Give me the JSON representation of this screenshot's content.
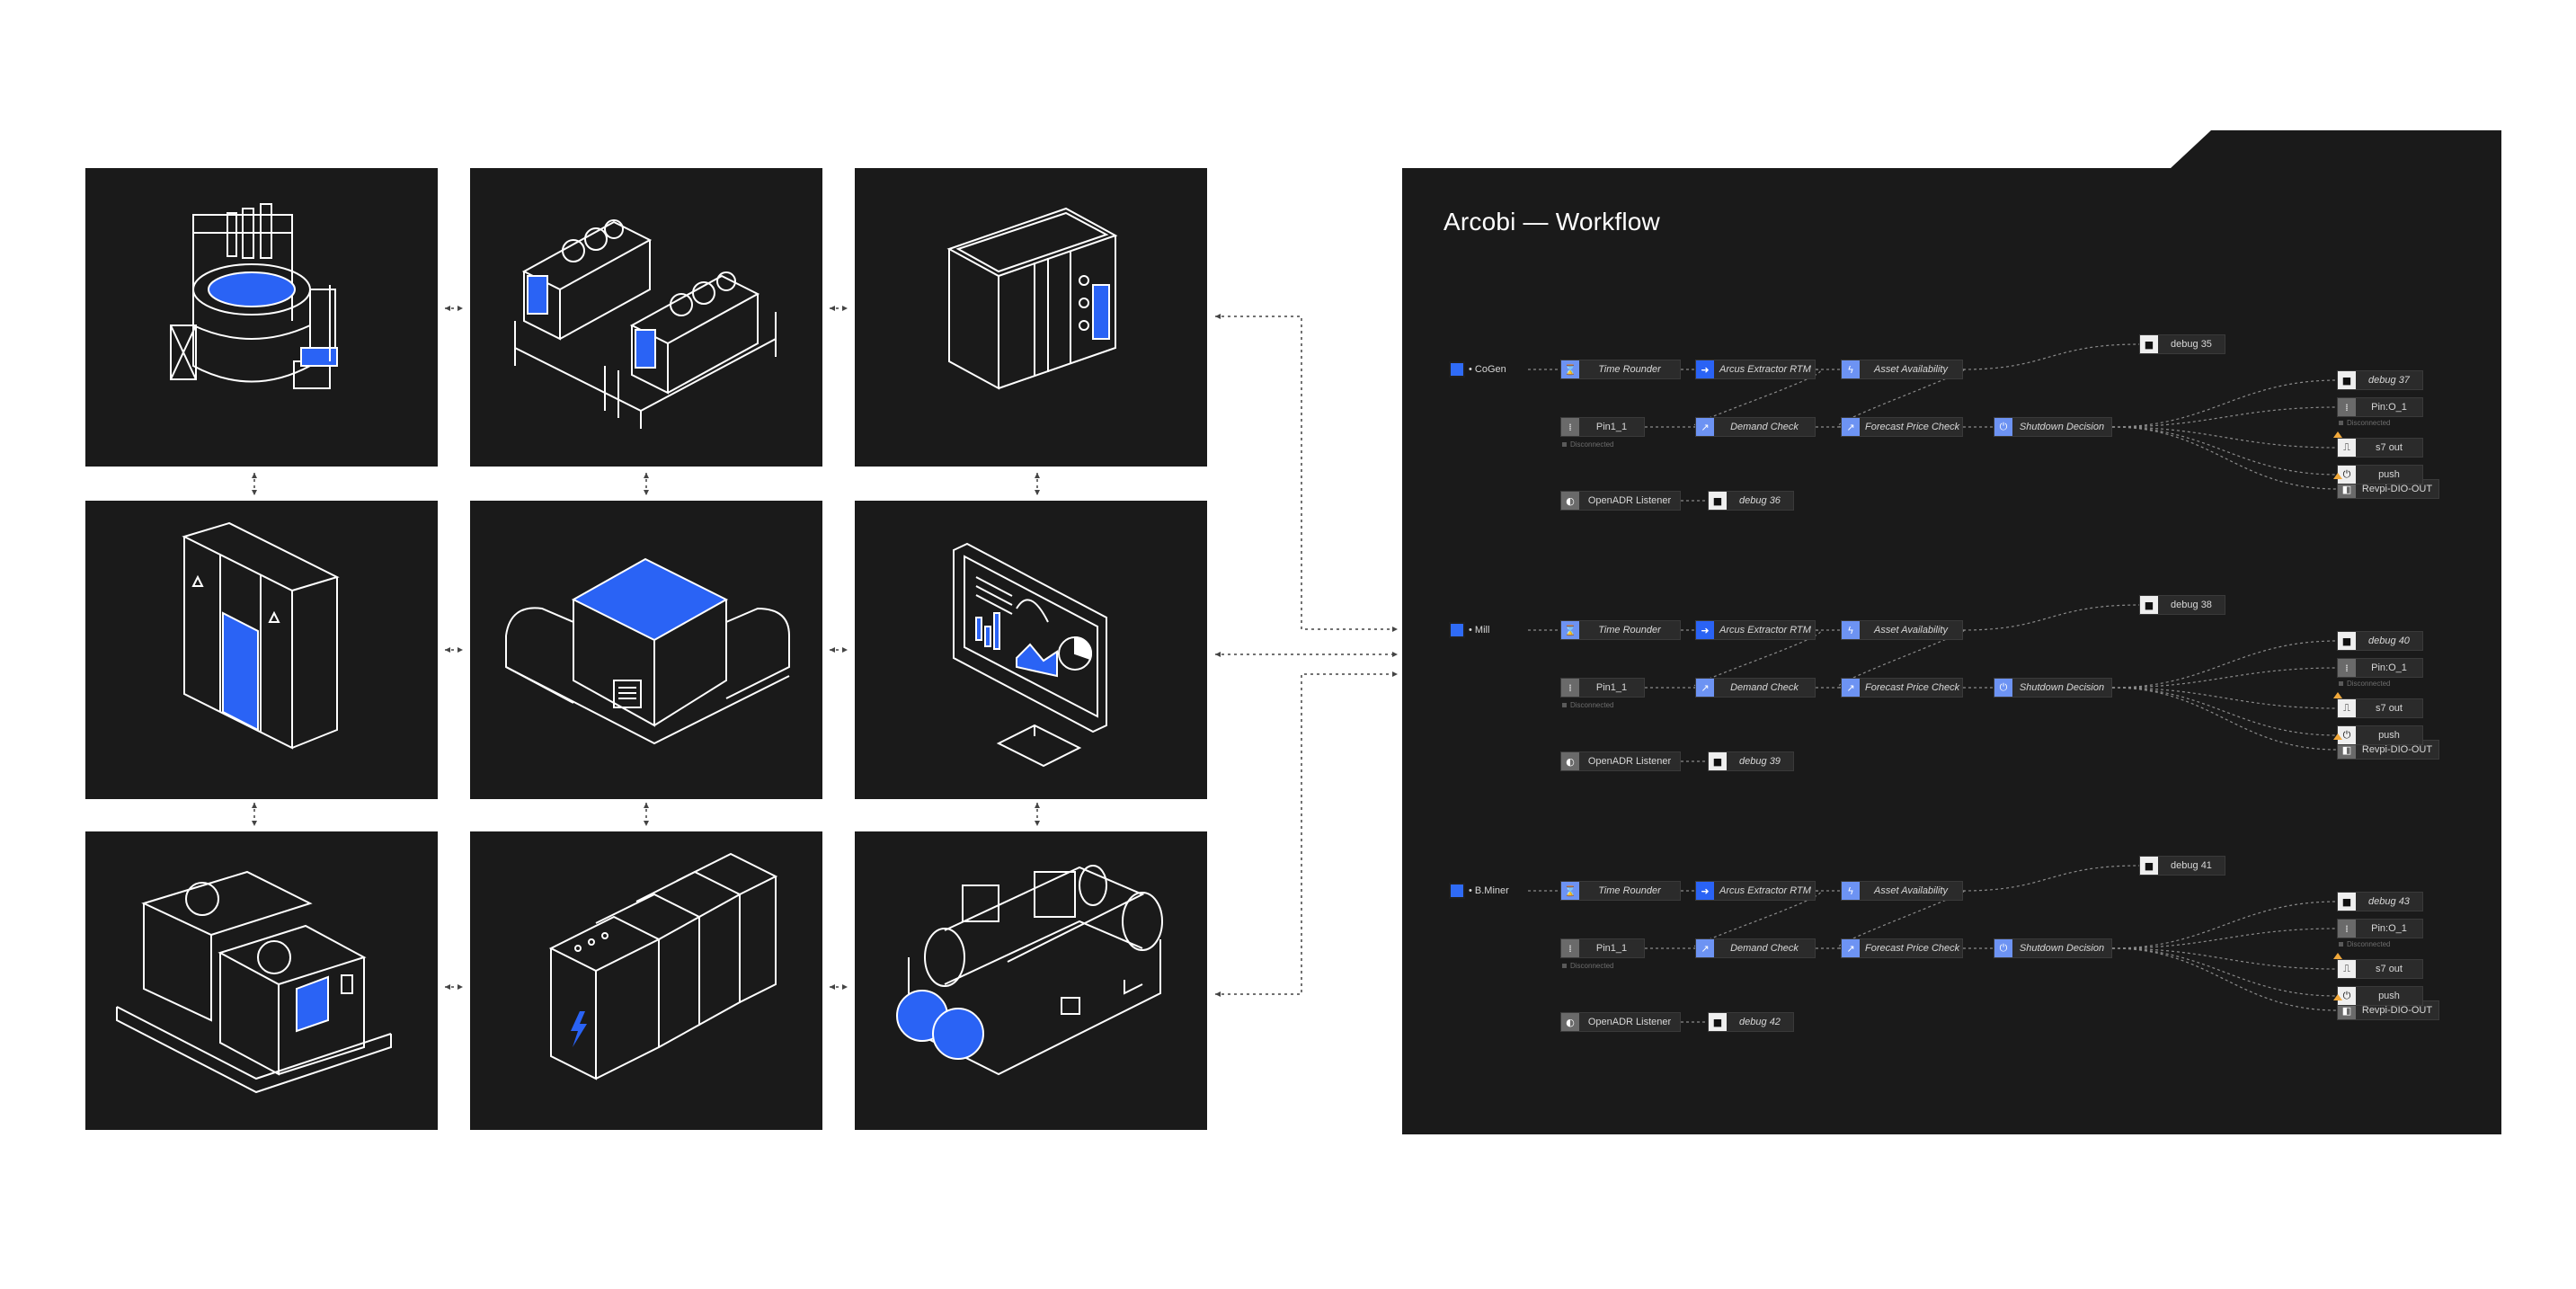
{
  "panel": {
    "title": "Arcobi — Workflow"
  },
  "machines": [
    {
      "name": "reactor-vessel",
      "icon": "reactor-vessel-icon"
    },
    {
      "name": "cooling-skid",
      "icon": "cooling-skid-icon"
    },
    {
      "name": "enclosure-cabinet",
      "icon": "enclosure-cabinet-icon"
    },
    {
      "name": "server-rack",
      "icon": "server-rack-icon"
    },
    {
      "name": "generator-module",
      "icon": "generator-module-icon"
    },
    {
      "name": "monitoring-display",
      "icon": "monitoring-display-icon"
    },
    {
      "name": "hvac-unit",
      "icon": "hvac-unit-icon"
    },
    {
      "name": "battery-bank",
      "icon": "battery-bank-icon"
    },
    {
      "name": "chiller-pump",
      "icon": "chiller-pump-icon"
    }
  ],
  "flows": [
    {
      "source": "• CoGen",
      "nodes": {
        "time_rounder": "Time Rounder",
        "extractor": "Arcus Extractor RTM",
        "availability": "Asset Availability",
        "debug_a": "debug 35",
        "pin_in": "Pin1_1",
        "pin_status": "Disconnected",
        "demand": "Demand Check",
        "forecast": "Forecast Price Check",
        "shutdown": "Shutdown Decision",
        "debug_b": "debug 37",
        "pin_out": "Pin:O_1",
        "pin_out_status": "Disconnected",
        "s7": "s7 out",
        "push": "push",
        "revpi": "Revpi-DIO-OUT",
        "openadr": "OpenADR Listener",
        "debug_c": "debug 36"
      }
    },
    {
      "source": "• Mill",
      "nodes": {
        "time_rounder": "Time Rounder",
        "extractor": "Arcus Extractor RTM",
        "availability": "Asset Availability",
        "debug_a": "debug 38",
        "pin_in": "Pin1_1",
        "pin_status": "Disconnected",
        "demand": "Demand Check",
        "forecast": "Forecast Price Check",
        "shutdown": "Shutdown Decision",
        "debug_b": "debug 40",
        "pin_out": "Pin:O_1",
        "pin_out_status": "Disconnected",
        "s7": "s7 out",
        "push": "push",
        "revpi": "Revpi-DIO-OUT",
        "openadr": "OpenADR Listener",
        "debug_c": "debug 39"
      }
    },
    {
      "source": "• B.Miner",
      "nodes": {
        "time_rounder": "Time Rounder",
        "extractor": "Arcus Extractor RTM",
        "availability": "Asset Availability",
        "debug_a": "debug 41",
        "pin_in": "Pin1_1",
        "pin_status": "Disconnected",
        "demand": "Demand Check",
        "forecast": "Forecast Price Check",
        "shutdown": "Shutdown Decision",
        "debug_b": "debug 43",
        "pin_out": "Pin:O_1",
        "pin_out_status": "Disconnected",
        "s7": "s7 out",
        "push": "push",
        "revpi": "Revpi-DIO-OUT",
        "openadr": "OpenADR Listener",
        "debug_c": "debug 42"
      }
    }
  ],
  "colors": {
    "accent": "#2a63f5",
    "accent_light": "#6d93f3",
    "panel": "#1a1a1a",
    "line": "#ffffff",
    "warning": "#f2a93b"
  }
}
